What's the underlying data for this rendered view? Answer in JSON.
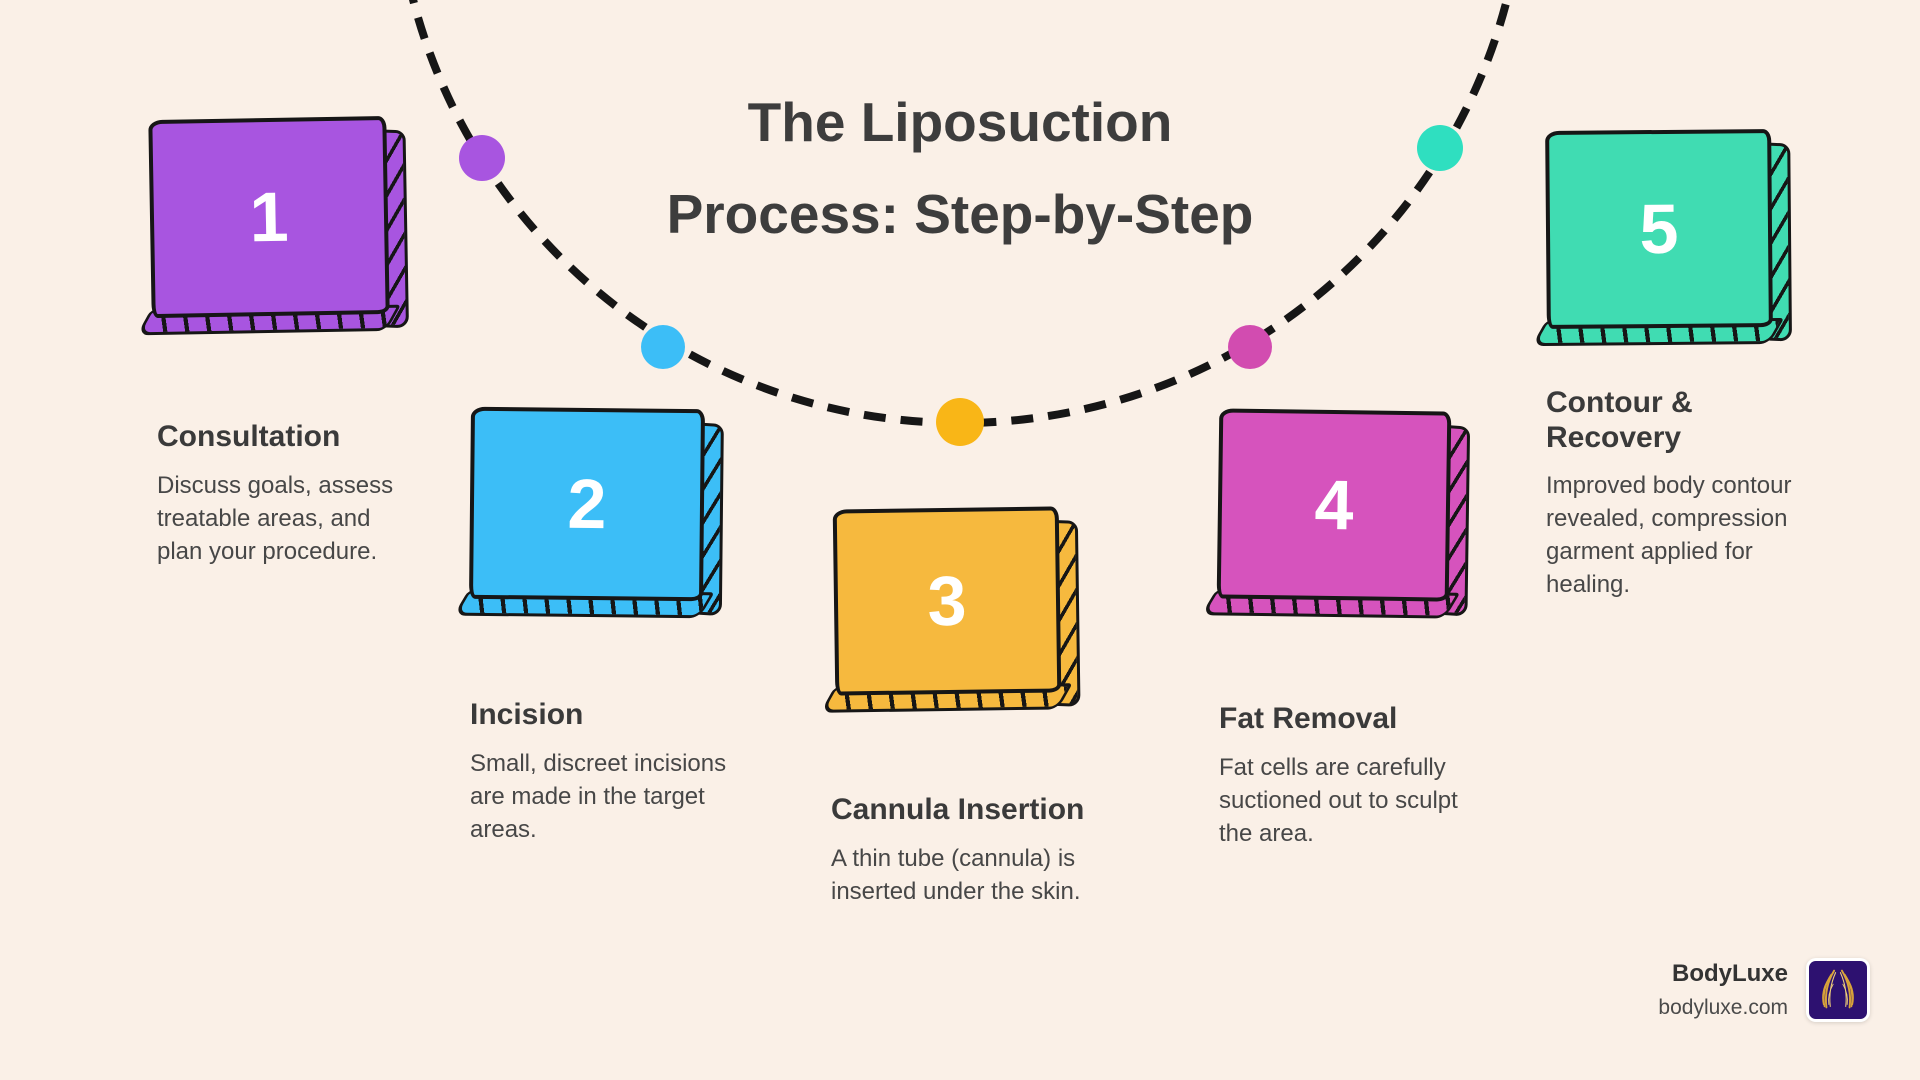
{
  "page": {
    "background": "#faf0e7",
    "title_line1": "The Liposuction",
    "title_line2": "Process: Step-by-Step",
    "title_color": "#3d3d3d"
  },
  "steps": [
    {
      "number": "1",
      "color": "#a855e0",
      "heading": "Consultation",
      "body": "Discuss goals, assess treatable areas, and plan your procedure."
    },
    {
      "number": "2",
      "color": "#3cbef7",
      "heading": "Incision",
      "body": "Small, discreet incisions are made in the target areas."
    },
    {
      "number": "3",
      "color": "#f6b93e",
      "heading": "Cannula Insertion",
      "body": "A thin tube (cannula) is inserted under the skin."
    },
    {
      "number": "4",
      "color": "#d653bd",
      "heading": "Fat Removal",
      "body": "Fat cells are carefully suctioned out to sculpt the area."
    },
    {
      "number": "5",
      "color": "#40dcb2",
      "heading": "Contour & Recovery",
      "body": "Improved body contour revealed, compression garment applied for healing."
    }
  ],
  "timeline": {
    "line_color": "#161616",
    "dot_colors": [
      "#a855e0",
      "#3cbef7",
      "#f9b617",
      "#d24cb0",
      "#2fdfc0"
    ]
  },
  "footer": {
    "brand": "BodyLuxe",
    "website": "bodyluxe.com",
    "logo_bg": "#2d1170",
    "logo_accent": "#d9a43a",
    "logo_accent_light": "#f0cf7a"
  }
}
